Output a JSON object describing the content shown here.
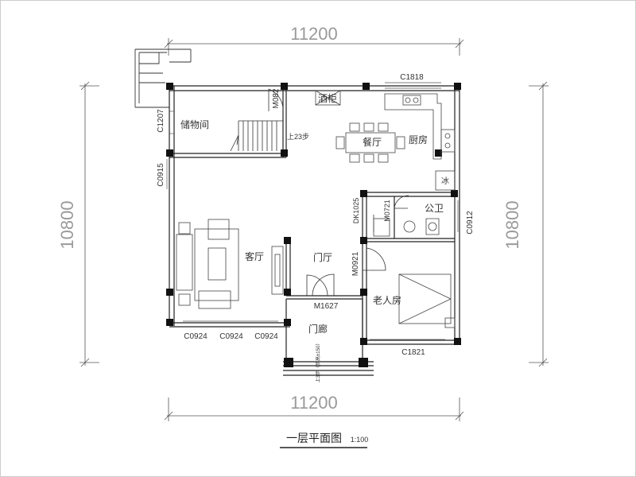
{
  "dimensions": {
    "top": "11200",
    "bottom": "11200",
    "left": "10800",
    "right": "10800"
  },
  "rooms": {
    "storage": "储物间",
    "wine_cabinet": "酒柜",
    "dining": "餐厅",
    "kitchen": "厨房",
    "living": "客厅",
    "foyer": "门厅",
    "public_wc": "公卫",
    "elder_room": "老人房",
    "porch": "门廊",
    "fridge": "冰"
  },
  "stair_note": "上23步",
  "porch_note": "上3步（步高±150）",
  "openings": {
    "c1818": "C1818",
    "c1207": "C1207",
    "m082": "M082",
    "c0915": "C0915",
    "dk1025": "DK1025",
    "m0721": "M0721",
    "c0912": "C0912",
    "m0921": "M0921",
    "m1627": "M1627",
    "c0924_a": "C0924",
    "c0924_b": "C0924",
    "c0924_c": "C0924",
    "c1821": "C1821"
  },
  "title": {
    "text": "一层平面图",
    "scale": "1:100"
  }
}
